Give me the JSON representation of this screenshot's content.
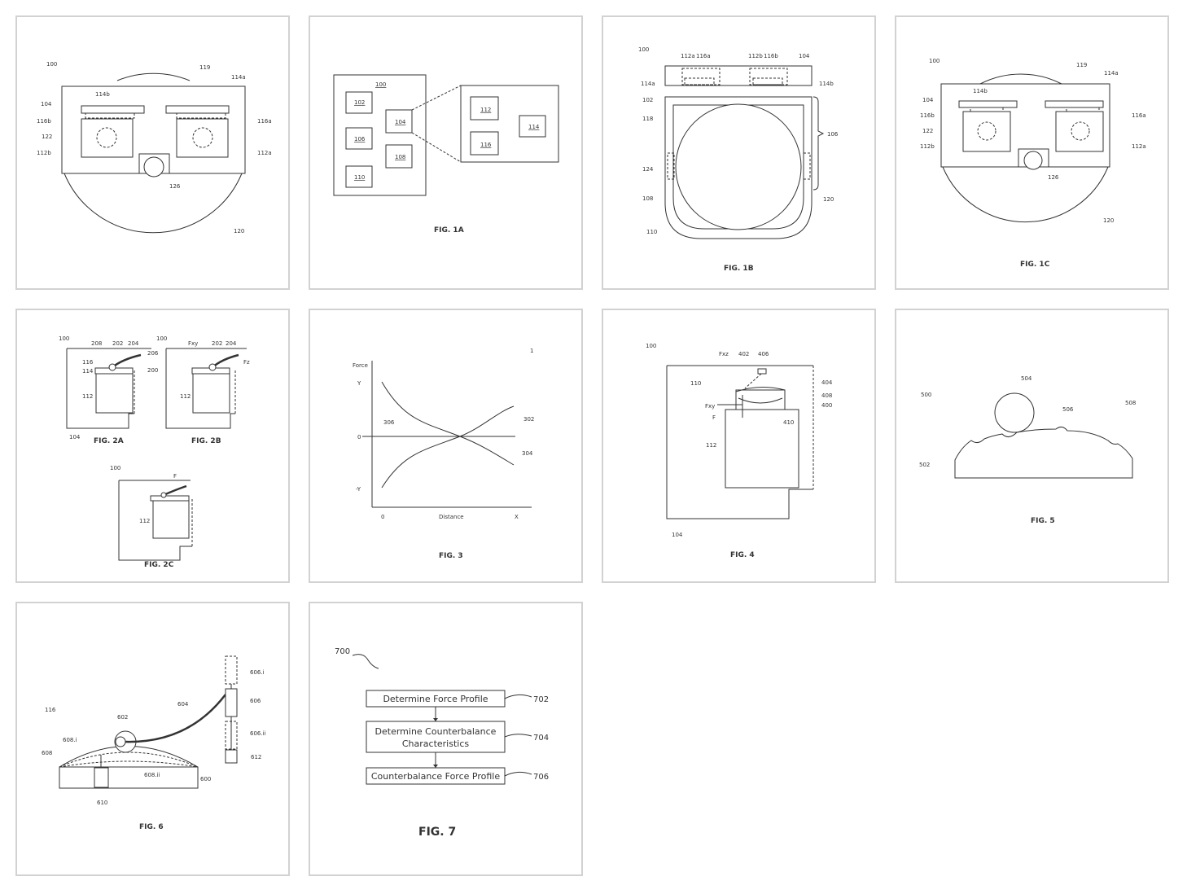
{
  "figures": {
    "fig1": {
      "caption": "",
      "labels": {
        "l100": "100",
        "l114b": "114b",
        "l119": "119",
        "l114a": "114a",
        "l104": "104",
        "l116b": "116b",
        "l116a": "116a",
        "l122": "122",
        "l112b": "112b",
        "l112a": "112a",
        "l126": "126",
        "l120": "120"
      }
    },
    "fig1a": {
      "caption": "FIG. 1A",
      "labels": {
        "l100": "100",
        "l102": "102",
        "l104": "104",
        "l106": "106",
        "l108": "108",
        "l110": "110",
        "l112": "112",
        "l114": "114",
        "l116": "116"
      }
    },
    "fig1b": {
      "caption": "FIG. 1B",
      "labels": {
        "l100": "100",
        "l112a": "112a",
        "l116a": "116a",
        "l112b": "112b",
        "l116b": "116b",
        "l104": "104",
        "l114a": "114a",
        "l114b": "114b",
        "l102": "102",
        "l118": "118",
        "l106": "106",
        "l124": "124",
        "l108": "108",
        "l120": "120",
        "l110": "110"
      }
    },
    "fig1c": {
      "caption": "FIG. 1C",
      "labels": {
        "l100": "100",
        "l114b": "114b",
        "l119": "119",
        "l114a": "114a",
        "l104": "104",
        "l116b": "116b",
        "l116a": "116a",
        "l122": "122",
        "l112b": "112b",
        "l112a": "112a",
        "l126": "126",
        "l120": "120"
      }
    },
    "fig2": {
      "caption_a": "FIG. 2A",
      "caption_b": "FIG. 2B",
      "caption_c": "FIG. 2C",
      "labels": {
        "l100": "100",
        "l208": "208",
        "l202": "202",
        "l204": "204",
        "l206": "206",
        "l116": "116",
        "l114": "114",
        "l112": "112",
        "l200": "200",
        "l104": "104",
        "lfxy": "Fxy",
        "lfz": "Fz",
        "lf": "F"
      }
    },
    "fig3": {
      "caption": "FIG. 3",
      "labels": {
        "ylabel": "Force",
        "xlabel": "Distance",
        "yplus": "Y",
        "zero": "0",
        "yminus": "-Y",
        "x0": "0",
        "xmax": "X",
        "l306": "306",
        "l302": "302",
        "l304": "304",
        "lref": "1"
      }
    },
    "fig4": {
      "caption": "FIG. 4",
      "labels": {
        "l100": "100",
        "l110": "110",
        "lfxz": "Fxz",
        "l402": "402",
        "l406": "406",
        "l404": "404",
        "l408": "408",
        "l400": "400",
        "lfxy": "Fxy",
        "lf": "F",
        "l410": "410",
        "l112": "112",
        "l104": "104"
      }
    },
    "fig5": {
      "caption": "FIG. 5",
      "labels": {
        "l500": "500",
        "l504": "504",
        "l506": "506",
        "l508": "508",
        "l502": "502"
      }
    },
    "fig6": {
      "caption": "FIG. 6",
      "labels": {
        "l116": "116",
        "l602": "602",
        "l604": "604",
        "l606i": "606.i",
        "l606": "606",
        "l606ii": "606.ii",
        "l612": "612",
        "l608i": "608.i",
        "l608": "608",
        "l608ii": "608.ii",
        "l600": "600",
        "l610": "610"
      }
    },
    "fig7": {
      "caption": "FIG. 7",
      "ref": "700",
      "steps": [
        {
          "text": "Determine Force Profile",
          "ref": "702"
        },
        {
          "text_line1": "Determine Counterbalance",
          "text_line2": "Characteristics",
          "ref": "704"
        },
        {
          "text": "Counterbalance Force Profile",
          "ref": "706"
        }
      ]
    }
  }
}
